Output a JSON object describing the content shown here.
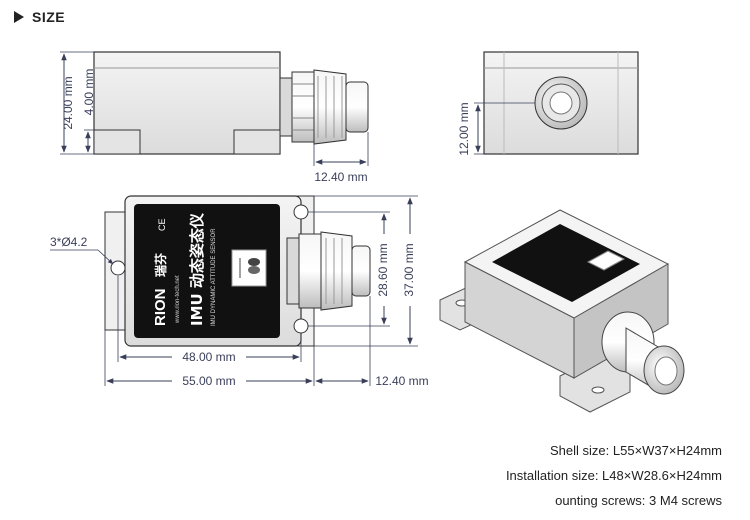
{
  "heading": "SIZE",
  "dimensions": {
    "height": "24.00 mm",
    "base_height": "4.00 mm",
    "connector": "12.40 mm",
    "side_height": "12.00 mm",
    "hole": "3*Ø4.2",
    "hole_pitch_w": "28.60 mm",
    "width": "37.00 mm",
    "hole_pitch_l": "48.00 mm",
    "length": "55.00 mm",
    "connector_2": "12.40 mm"
  },
  "label": {
    "brand": "RION",
    "brand_cn": "瑞芬",
    "website": "www.rion-tech.net",
    "product_cn": "IMU 动态姿态仪",
    "product_en": "IMU DYNAMIC ATTITUDE SENSOR",
    "ce": "CE"
  },
  "specs": [
    "Shell size: L55×W37×H24mm",
    "Installation size: L48×W28.6×H24mm",
    "ounting screws: 3 M4 screws"
  ],
  "colors": {
    "ink": "#222222",
    "dimension": "#3a3f59",
    "label_black": "#111111",
    "housing": "#ececec",
    "housing_shade": "#c9c9c9"
  }
}
